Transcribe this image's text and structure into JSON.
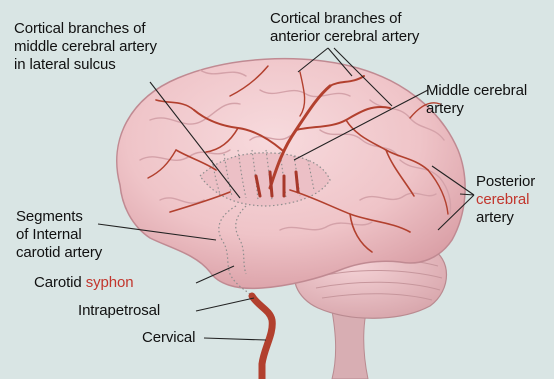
{
  "labels": {
    "cortical_mca": [
      "Cortical branches of",
      "middle cerebral artery",
      "in lateral sulcus"
    ],
    "cortical_aca": [
      "Cortical branches of",
      "anterior cerebral artery"
    ],
    "mca": [
      "Middle cerebral",
      "artery"
    ],
    "pca": {
      "line1": "Posterior",
      "line2": "cerebral",
      "line3": "artery"
    },
    "ica_segments": [
      "Segments",
      "of Internal",
      "carotid artery"
    ],
    "carotid_syphon": {
      "word1": "Carotid",
      "word2": "syphon"
    },
    "intrapetrosal": "Intrapetrosal",
    "cervical": "Cervical"
  },
  "colors": {
    "background": "#d9e5e4",
    "brain": "#f0c8cc",
    "artery": "#b2402e",
    "label_accent": "#c2362d"
  }
}
